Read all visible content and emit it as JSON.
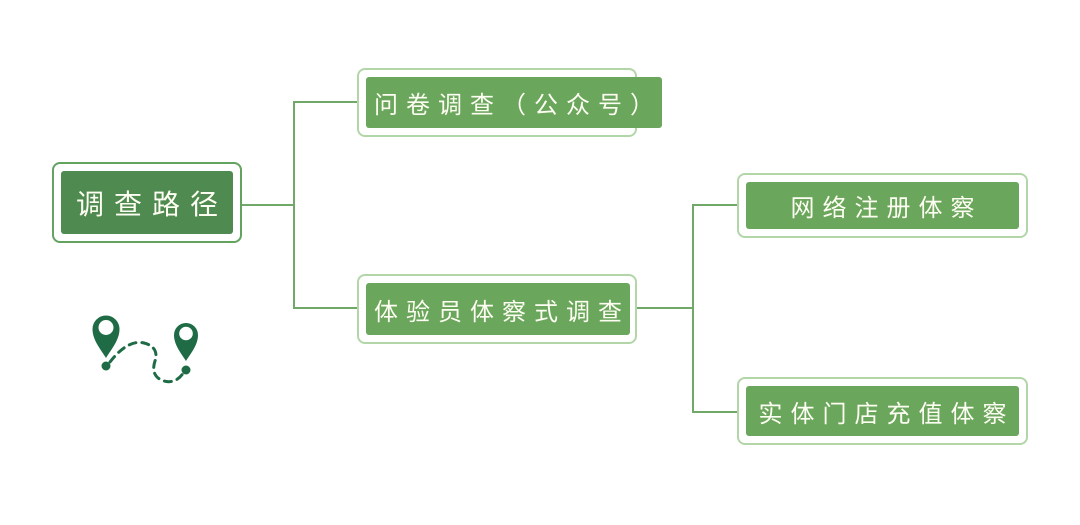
{
  "diagram": {
    "root": {
      "label": "调查路径"
    },
    "branches": [
      {
        "label": "问卷调查（公众号）",
        "children": []
      },
      {
        "label": "体验员体察式调查",
        "children": [
          {
            "label": "网络注册体察"
          },
          {
            "label": "实体门店充值体察"
          }
        ]
      }
    ],
    "icon": "route-map-pins-icon"
  },
  "colors": {
    "root_fill": "#4f8b51",
    "root_border": "#63a25f",
    "child_fill": "#6aa65c",
    "child_border": "#b3d6a9",
    "line": "#6fa867",
    "pin": "#1e6b45",
    "text": "#fdfdf2",
    "background": "#ffffff"
  }
}
